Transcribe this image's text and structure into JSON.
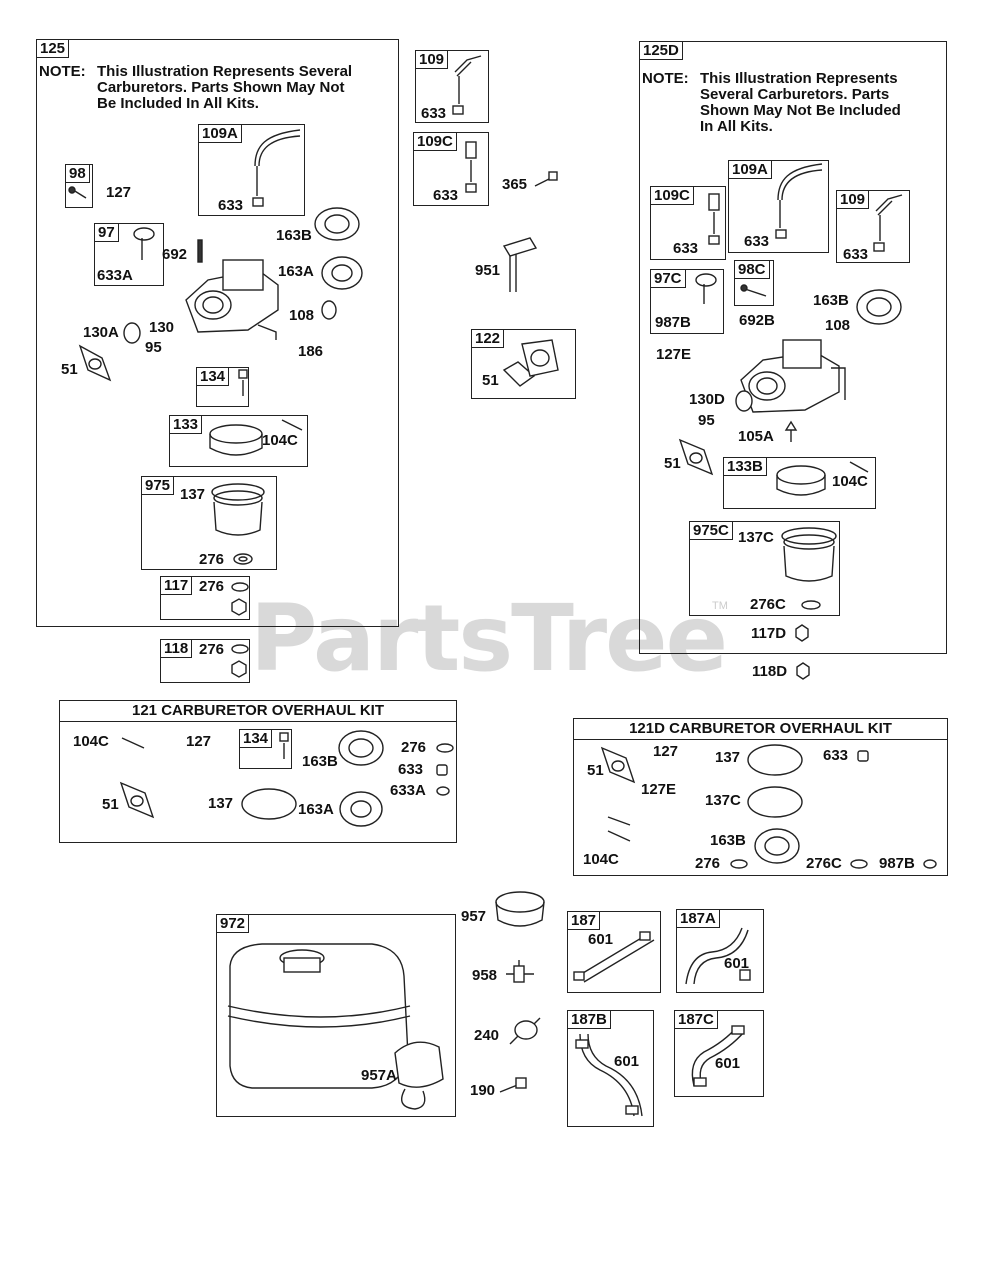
{
  "watermark": {
    "text": "PartsTree",
    "tm": "TM"
  },
  "note_125": {
    "head": "NOTE:",
    "lines": [
      "This Illustration Represents Several",
      "Carburetors. Parts Shown May Not",
      "Be Included In All Kits."
    ]
  },
  "note_125d": {
    "head": "NOTE:",
    "lines": [
      "This Illustration Represents",
      "Several Carburetors. Parts",
      "Shown May Not Be Included",
      "In All Kits."
    ]
  },
  "kit121": {
    "title": "121 CARBURETOR OVERHAUL KIT"
  },
  "kit121d": {
    "title": "121D CARBURETOR OVERHAUL KIT"
  },
  "tags": {
    "g125": "125",
    "g109a": "109A",
    "g98": "98",
    "g97": "97",
    "g134": "134",
    "g133": "133",
    "g975": "975",
    "g117": "117",
    "g118": "118",
    "g109": "109",
    "g109c": "109C",
    "g122": "122",
    "g125d": "125D",
    "d109c": "109C",
    "d109a": "109A",
    "d109": "109",
    "d97c": "97C",
    "d98c": "98C",
    "d133b": "133B",
    "d975c": "975C",
    "k134": "134",
    "g972": "972",
    "g187": "187",
    "g187a": "187A",
    "g187b": "187B",
    "g187c": "187C"
  },
  "labels": {
    "l633_a": "633",
    "l127_a": "127",
    "l163b_a": "163B",
    "l692_a": "692",
    "l163a_a": "163A",
    "l633a_a": "633A",
    "l108_a": "108",
    "l130a_a": "130A",
    "l130_a": "130",
    "l95_a": "95",
    "l186_a": "186",
    "l51_a": "51",
    "l104c_a": "104C",
    "l137_a": "137",
    "l276_a": "276",
    "l276_b": "276",
    "l276_c": "276",
    "l633_m1": "633",
    "l633_m2": "633",
    "l365": "365",
    "l951": "951",
    "l51_m": "51",
    "l633_d1": "633",
    "l633_d2": "633",
    "l633_d3": "633",
    "l987b_d": "987B",
    "l692b_d": "692B",
    "l163b_d": "163B",
    "l108_d": "108",
    "l127e_d": "127E",
    "l130d_d": "130D",
    "l95_d": "95",
    "l105a_d": "105A",
    "l51_d": "51",
    "l104c_d": "104C",
    "l137c_d": "137C",
    "l276c_d": "276C",
    "l117d": "117D",
    "l118d": "118D",
    "k_104c": "104C",
    "k_127": "127",
    "k_163b": "163B",
    "k_276": "276",
    "k_633": "633",
    "k_633a": "633A",
    "k_51": "51",
    "k_137": "137",
    "k_163a": "163A",
    "kd_127": "127",
    "kd_137": "137",
    "kd_633": "633",
    "kd_51": "51",
    "kd_127e": "127E",
    "kd_137c": "137C",
    "kd_163b": "163B",
    "kd_104c": "104C",
    "kd_276": "276",
    "kd_276c": "276C",
    "kd_987b": "987B",
    "l957": "957",
    "l958": "958",
    "l240": "240",
    "l190": "190",
    "l957a": "957A",
    "l601_1": "601",
    "l601_2": "601",
    "l601_3": "601",
    "l601_4": "601"
  }
}
